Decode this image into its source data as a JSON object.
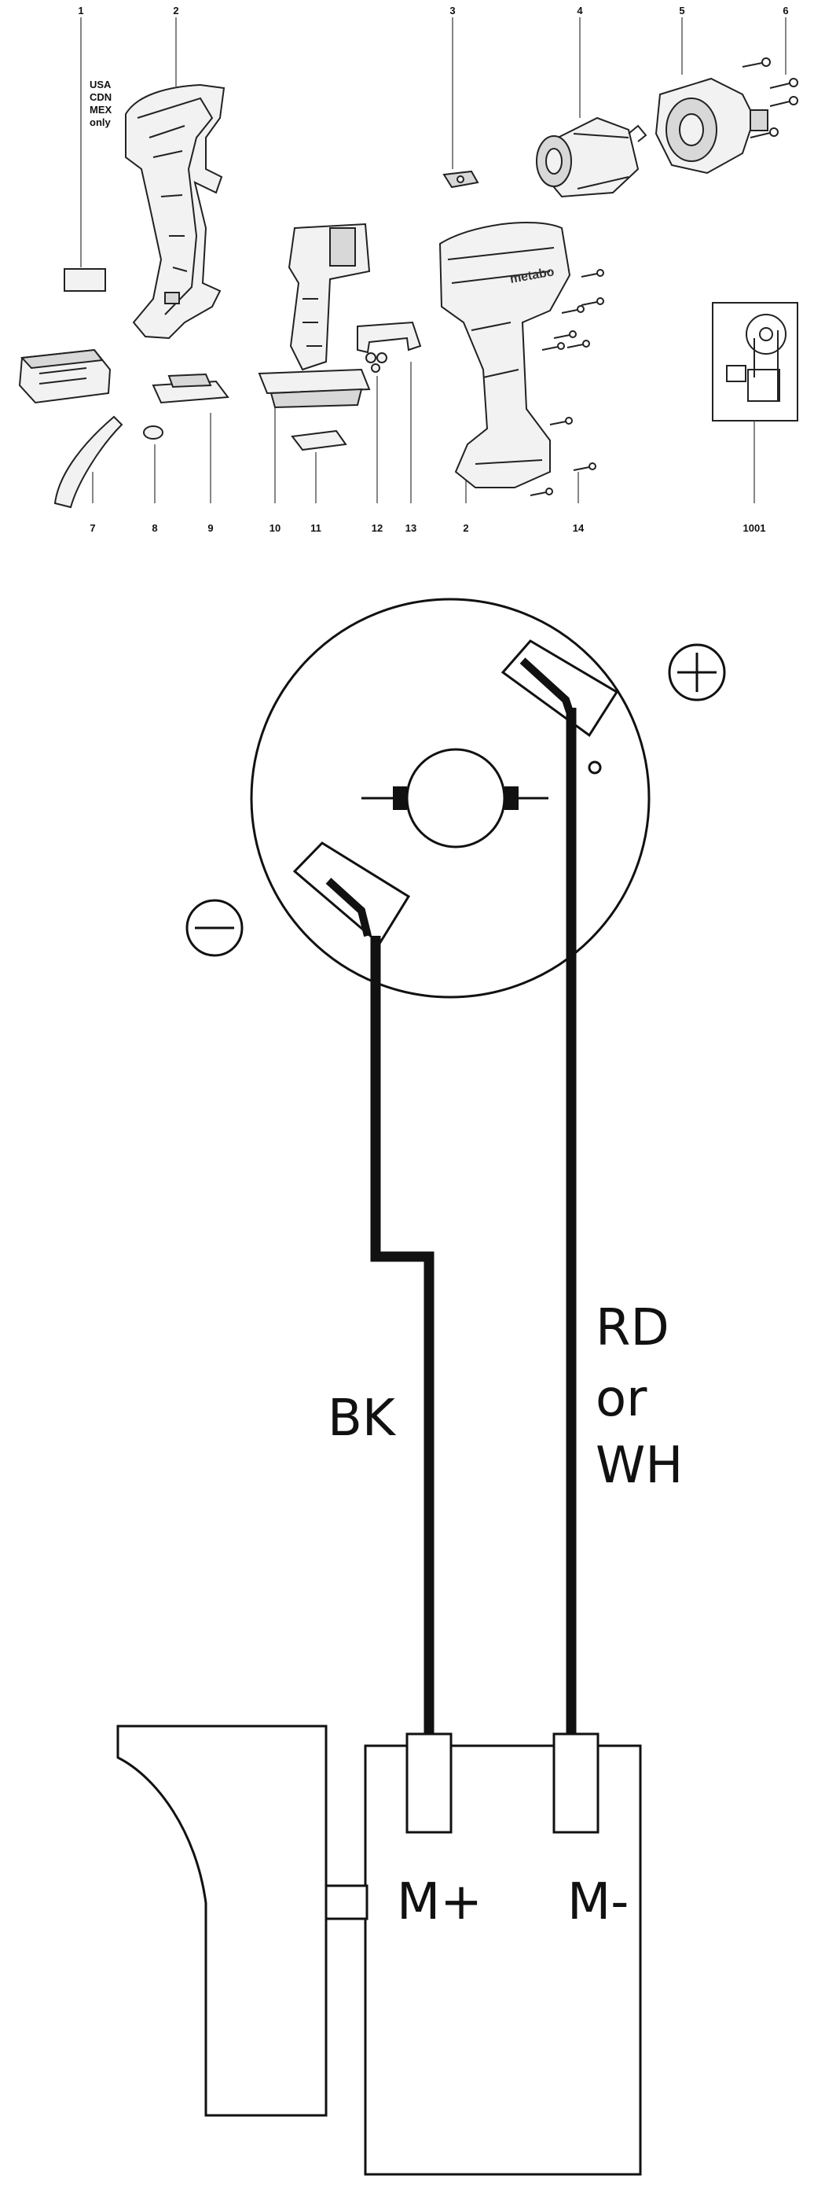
{
  "exploded_view": {
    "region_note": [
      "USA",
      "CDN",
      "MEX",
      "only"
    ],
    "part_numbers": {
      "p1": "1",
      "p2": "2",
      "p3": "3",
      "p4": "4",
      "p5": "5",
      "p6": "6",
      "p7": "7",
      "p8": "8",
      "p9": "9",
      "p10": "10",
      "p11": "11",
      "p12": "12",
      "p13": "13",
      "p2b": "2",
      "p14": "14",
      "p1001": "1001"
    },
    "brand_on_housing": "metabo"
  },
  "wiring": {
    "plus_symbol": "+",
    "minus_symbol": "−",
    "wire_black_label": "BK",
    "wire_red_label_lines": [
      "RD",
      "or",
      "WH"
    ],
    "switch_terminal_left": "M+",
    "switch_terminal_right": "M-"
  }
}
